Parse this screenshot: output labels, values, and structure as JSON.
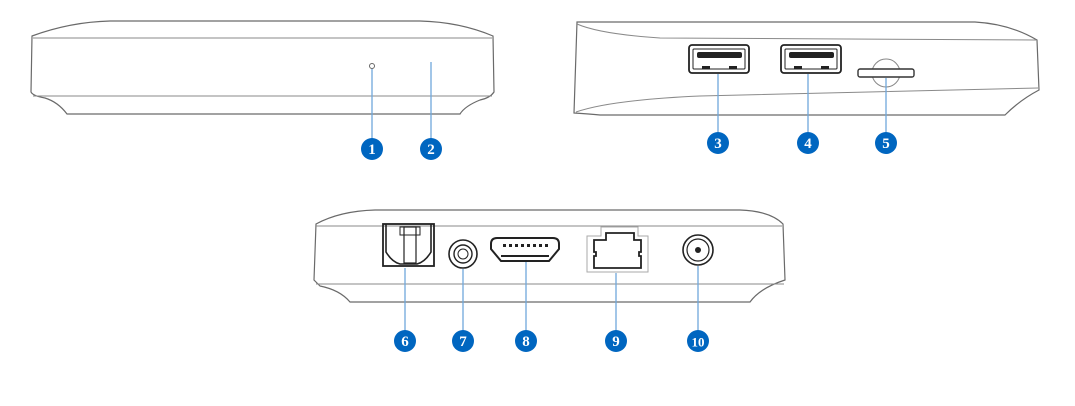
{
  "figure": {
    "title": "Device port diagram",
    "badge_color": "#0066c0",
    "views": [
      {
        "name": "front-view",
        "callouts": [
          {
            "number": "1",
            "component": "led-indicator"
          },
          {
            "number": "2",
            "component": "ir-receiver"
          }
        ]
      },
      {
        "name": "side-view",
        "callouts": [
          {
            "number": "3",
            "component": "usb-port"
          },
          {
            "number": "4",
            "component": "usb-port"
          },
          {
            "number": "5",
            "component": "sd-card-slot"
          }
        ]
      },
      {
        "name": "rear-view",
        "callouts": [
          {
            "number": "6",
            "component": "optical-audio-port"
          },
          {
            "number": "7",
            "component": "av-jack"
          },
          {
            "number": "8",
            "component": "hdmi-port"
          },
          {
            "number": "9",
            "component": "ethernet-port"
          },
          {
            "number": "10",
            "component": "dc-power-jack"
          }
        ]
      }
    ]
  }
}
